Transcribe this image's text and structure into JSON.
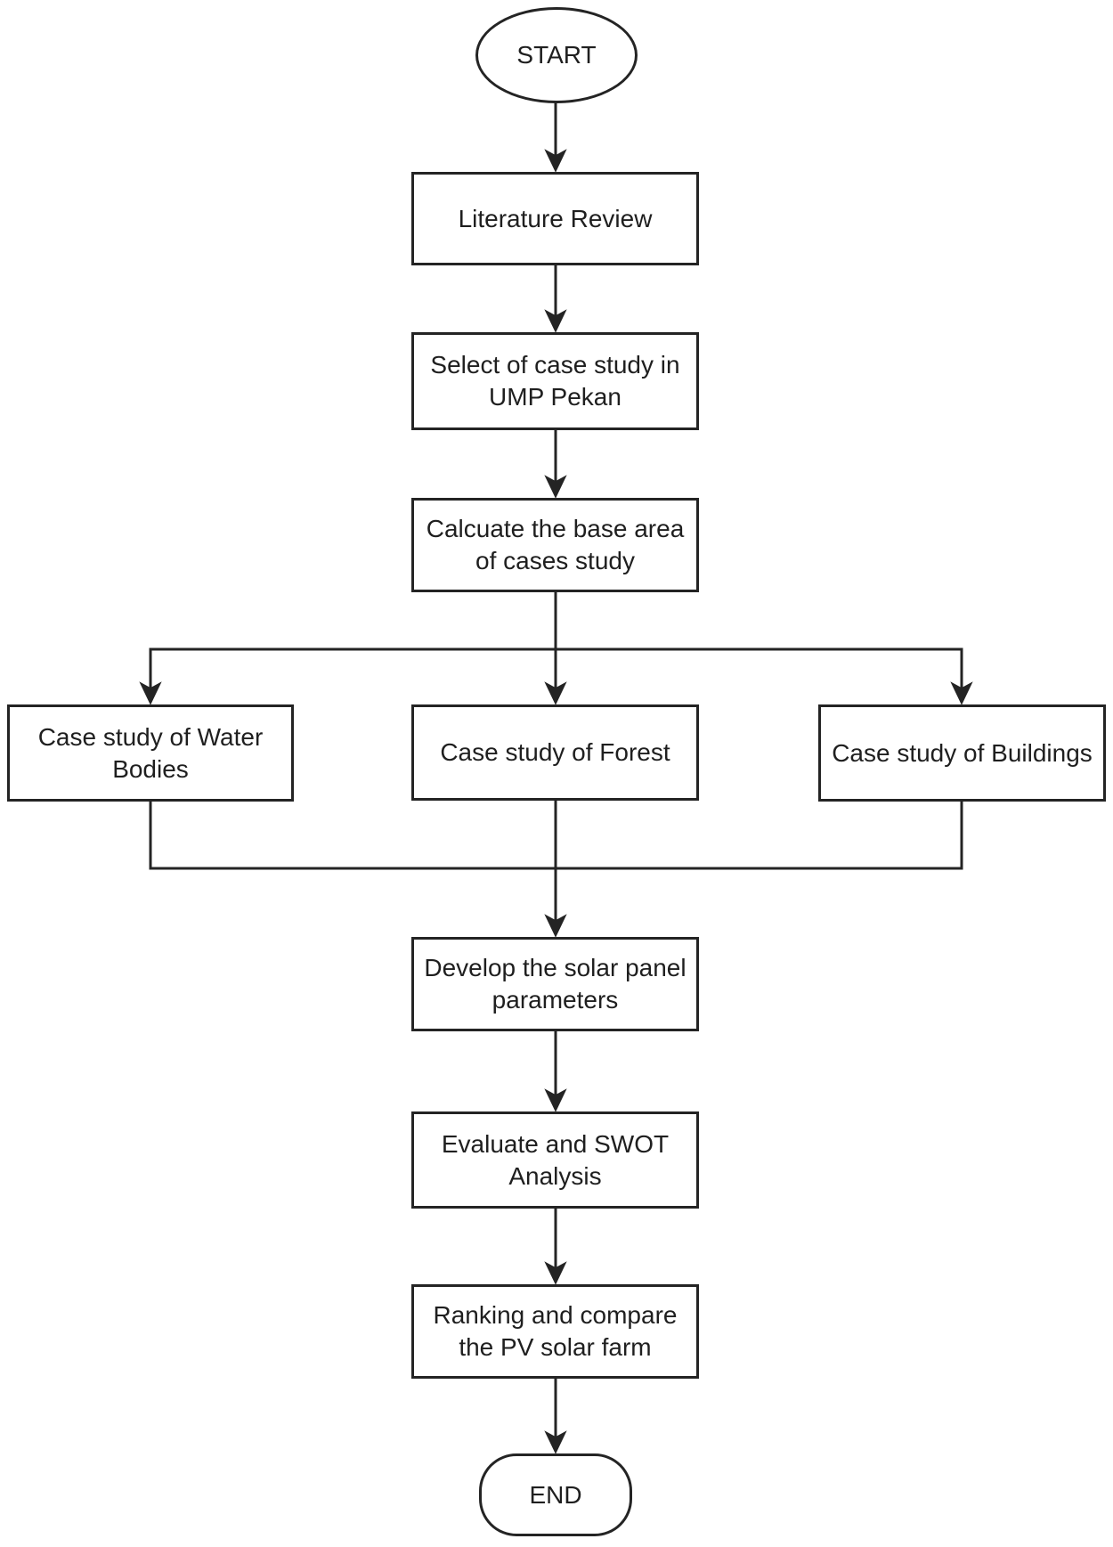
{
  "diagram": {
    "type": "flowchart",
    "background_color": "#ffffff",
    "stroke_color": "#242424",
    "text_color": "#1f1f1f",
    "nodes": {
      "start": {
        "label": "START",
        "shape": "ellipse"
      },
      "literature_review": {
        "label": "Literature Review",
        "shape": "rectangle"
      },
      "select_case_study": {
        "label": "Select of case study in\nUMP Pekan",
        "shape": "rectangle"
      },
      "calculate_base_area": {
        "label": "Calcuate the base area\nof cases study",
        "shape": "rectangle"
      },
      "case_water_bodies": {
        "label": "Case study of Water\nBodies",
        "shape": "rectangle"
      },
      "case_forest": {
        "label": "Case study of Forest",
        "shape": "rectangle"
      },
      "case_buildings": {
        "label": "Case study of Buildings",
        "shape": "rectangle"
      },
      "develop_parameters": {
        "label": "Develop the solar panel\nparameters",
        "shape": "rectangle"
      },
      "evaluate_swot": {
        "label": "Evaluate and SWOT\nAnalysis",
        "shape": "rectangle"
      },
      "ranking_compare": {
        "label": "Ranking and compare\nthe PV solar farm",
        "shape": "rectangle"
      },
      "end": {
        "label": "END",
        "shape": "rounded-rectangle"
      }
    },
    "edges": [
      {
        "from": "start",
        "to": "literature_review"
      },
      {
        "from": "literature_review",
        "to": "select_case_study"
      },
      {
        "from": "select_case_study",
        "to": "calculate_base_area"
      },
      {
        "from": "calculate_base_area",
        "to": "case_water_bodies"
      },
      {
        "from": "calculate_base_area",
        "to": "case_forest"
      },
      {
        "from": "calculate_base_area",
        "to": "case_buildings"
      },
      {
        "from": "case_water_bodies",
        "to": "develop_parameters"
      },
      {
        "from": "case_forest",
        "to": "develop_parameters"
      },
      {
        "from": "case_buildings",
        "to": "develop_parameters"
      },
      {
        "from": "develop_parameters",
        "to": "evaluate_swot"
      },
      {
        "from": "evaluate_swot",
        "to": "ranking_compare"
      },
      {
        "from": "ranking_compare",
        "to": "end"
      }
    ]
  }
}
